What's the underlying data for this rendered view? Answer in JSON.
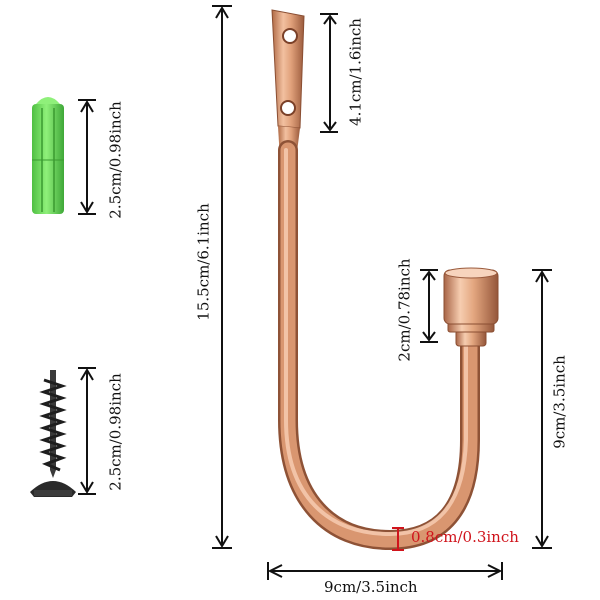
{
  "image": {
    "subject": "copper curtain tie-back hook with wall anchor and screw",
    "colors": {
      "copper_light": "#f4c3a3",
      "copper_mid": "#d9906a",
      "copper_dark": "#9a5a3c",
      "anchor_green": "#6fdc5a",
      "screw_black": "#2a2a2a",
      "highlight_red": "#d0141c"
    }
  },
  "dimensions": {
    "mount_plate": "4.1cm/1.6inch",
    "total_height": "15.5cm/6.1inch",
    "cap_height": "2cm/0.78inch",
    "hook_depth": "9cm/3.5inch",
    "rod_thickness": "0.8cm/0.3inch",
    "width": "9cm/3.5inch",
    "anchor_length": "2.5cm/0.98inch",
    "screw_length": "2.5cm/0.98inch"
  }
}
